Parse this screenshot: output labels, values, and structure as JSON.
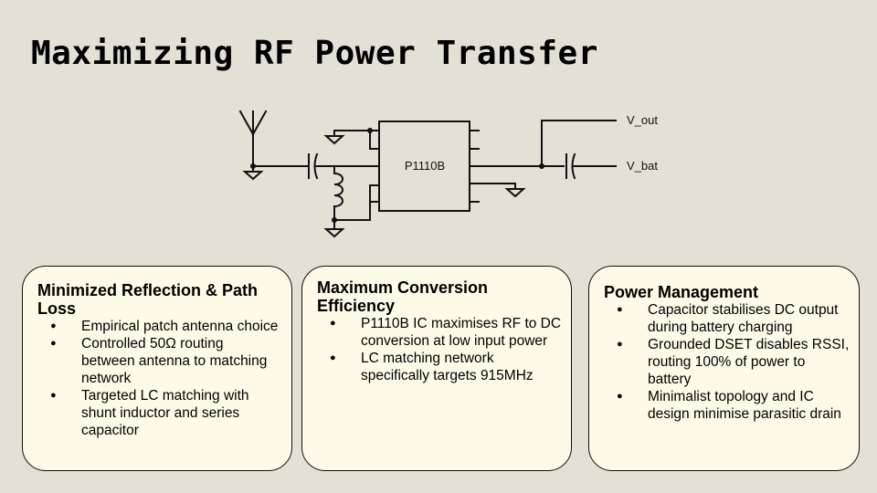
{
  "title": "Maximizing RF Power Transfer",
  "diagram": {
    "ic_label": "P1110B",
    "vout_label": "V_out",
    "vbat_label": "V_bat"
  },
  "cards": [
    {
      "heading": "Minimized Reflection & Path Loss",
      "items": [
        "Empirical patch antenna choice",
        "Controlled 50Ω routing between antenna to matching network",
        "Targeted LC matching with shunt inductor and series capacitor"
      ]
    },
    {
      "heading": "Maximum Conversion Efficiency",
      "items": [
        "P1110B IC maximises RF to DC conversion at low input power",
        "LC matching network specifically targets 915MHz"
      ]
    },
    {
      "heading": "Power Management",
      "items": [
        "Capacitor stabilises DC output during battery charging",
        "Grounded DSET disables RSSI, routing 100% of power to battery",
        "Minimalist topology and IC design minimise parasitic drain"
      ]
    }
  ]
}
